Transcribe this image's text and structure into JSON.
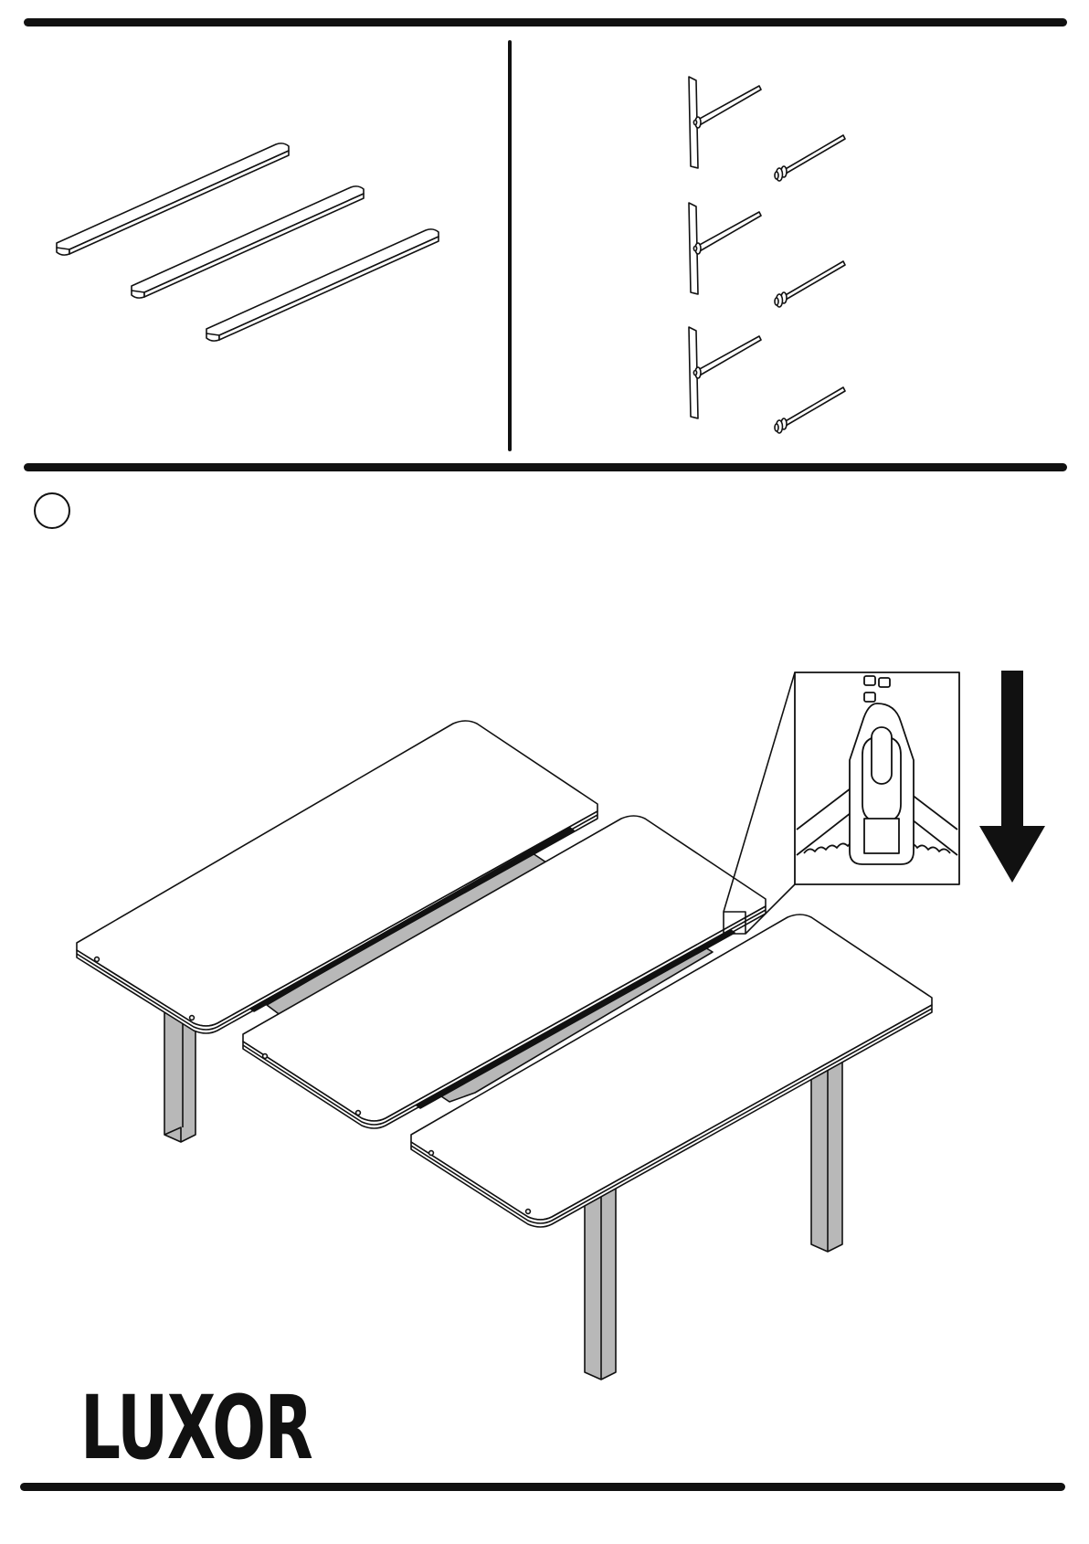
{
  "document": {
    "brand": "LUXOR",
    "step_number": ""
  },
  "colors": {
    "ink": "#111111",
    "leg_fill": "#b8b8b8",
    "paper": "#ffffff"
  },
  "icons": {
    "step_marker": "circle",
    "direction": "arrow-down",
    "detail": "zipper-slider"
  },
  "parts": {
    "table_panels": 3,
    "connector_sets": 3
  }
}
